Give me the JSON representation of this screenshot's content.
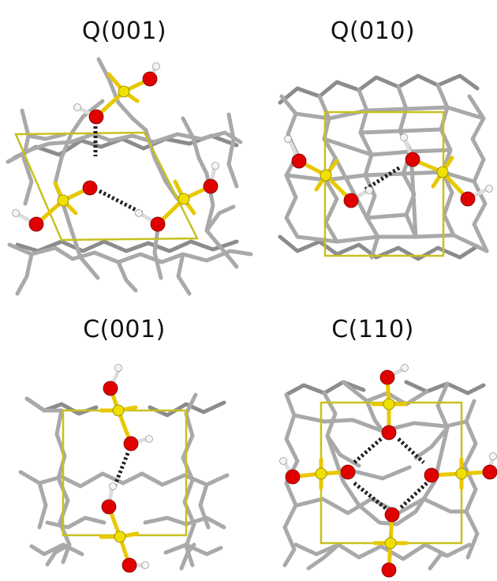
{
  "panels": [
    {
      "id": "q001",
      "title": "Q(001)"
    },
    {
      "id": "q010",
      "title": "Q(010)"
    },
    {
      "id": "c001",
      "title": "C(001)"
    },
    {
      "id": "c110",
      "title": "C(110)"
    }
  ],
  "colors": {
    "framework": "#a9a9a9",
    "framework_shade": "#8c8c8c",
    "cell": "#c8c020",
    "oxygen": "#e00000",
    "silicon": "#f0e000",
    "hydrogen": "#f4f4f4",
    "hbond": "#222222"
  }
}
